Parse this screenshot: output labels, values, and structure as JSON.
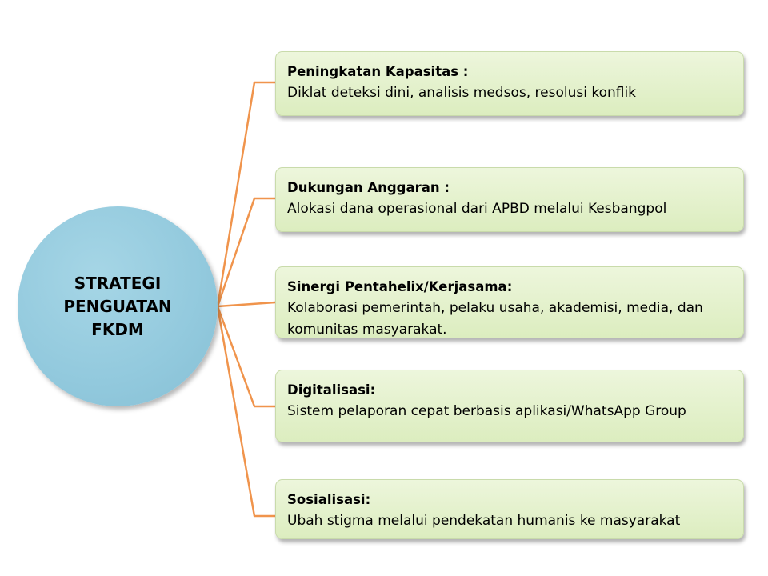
{
  "center": {
    "title": "STRATEGI\nPENGUATAN\nFKDM"
  },
  "colors": {
    "connector": "#f0944c",
    "circle_fill": "#92c9dd",
    "box_fill": "#e4f1cd"
  },
  "items": [
    {
      "title": "Peningkatan Kapasitas :",
      "description": "Diklat deteksi dini, analisis medsos, resolusi konflik"
    },
    {
      "title": "Dukungan Anggaran :",
      "description": "Alokasi dana operasional dari APBD melalui Kesbangpol"
    },
    {
      "title": "Sinergi Pentahelix/Kerjasama:",
      "description": "Kolaborasi pemerintah, pelaku usaha, akademisi, media, dan komunitas masyarakat."
    },
    {
      "title": "Digitalisasi:",
      "description": "Sistem pelaporan cepat berbasis aplikasi/WhatsApp Group"
    },
    {
      "title": "Sosialisasi:",
      "description": "Ubah stigma melalui pendekatan humanis ke masyarakat"
    }
  ]
}
